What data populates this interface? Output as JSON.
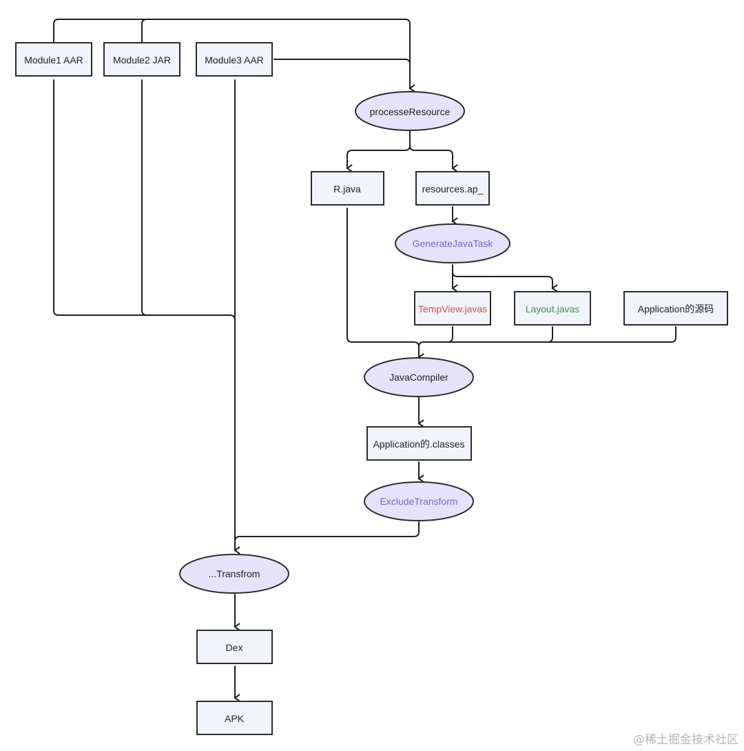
{
  "diagram": {
    "nodes": {
      "module1": "Module1 AAR",
      "module2": "Module2 JAR",
      "module3": "Module3 AAR",
      "process_resource": "processeResource",
      "r_java": "R.java",
      "resources_ap": "resources.ap_",
      "generate_java_task": "GenerateJavaTask",
      "temp_view": "TempView.javas",
      "layout_javas": "Layout.javas",
      "app_source": "Application的源码",
      "java_compiler": "JavaCompiler",
      "app_classes": "Application的.classes",
      "exclude_transform": "ExcludeTransform",
      "transform": "...Transfrom",
      "dex": "Dex",
      "apk": "APK"
    },
    "colors": {
      "box_fill": "#f1f4fa",
      "ellipse_fill": "#e7e2fb",
      "purple_text": "#7c66c8",
      "red_text": "#d2504b",
      "green_text": "#3f8f5a"
    }
  },
  "watermark": "@稀土掘金技术社区"
}
